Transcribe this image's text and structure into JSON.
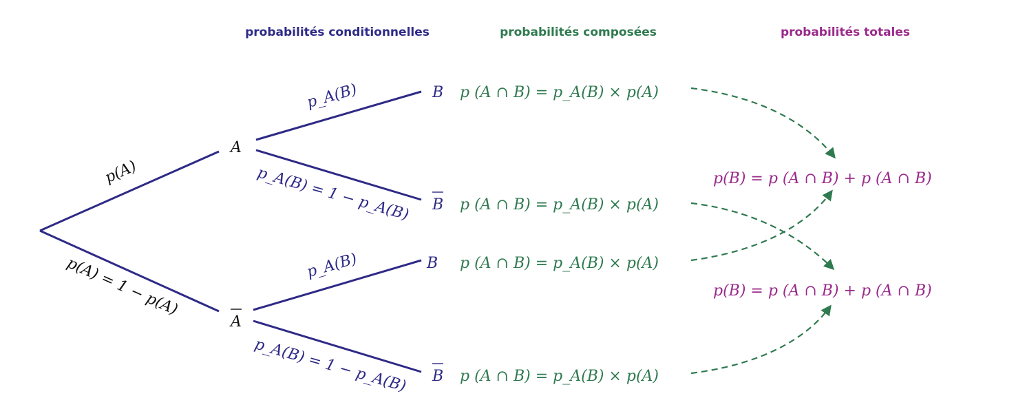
{
  "headers": {
    "conditional": "probabilités conditionnelles",
    "compound": "probabilités composées",
    "total": "probabilités totales"
  },
  "nodes": {
    "a": "A",
    "a_bar": "A",
    "b_given_a": "B",
    "bbar_given_a": "B",
    "b_given_abar": "B",
    "bbar_given_abar": "B"
  },
  "branch_labels": {
    "p_a": "p(A)",
    "p_abar": "p(A) = 1 − p(A)",
    "pa_b": "p_A(B)",
    "pa_bbar": "p_A(B) = 1 − p_A(B)",
    "pabar_b": "p_A(B)",
    "pabar_bbar": "p_A(B) = 1 − p_A(B)"
  },
  "compound": [
    "p (A ∩ B) = p_A(B) × p(A)",
    "p (A ∩ B) = p_A(B) × p(A)",
    "p (A ∩ B) = p_A(B) × p(A)",
    "p (A ∩ B) = p_A(B) × p(A)"
  ],
  "totals": [
    "p(B) = p (A ∩ B) + p (A ∩ B)",
    "p(B) = p (A ∩ B) + p (A ∩ B)"
  ],
  "colors": {
    "conditional": "#2e2a86",
    "compound": "#2f7a4f",
    "total": "#9a2a8a"
  }
}
